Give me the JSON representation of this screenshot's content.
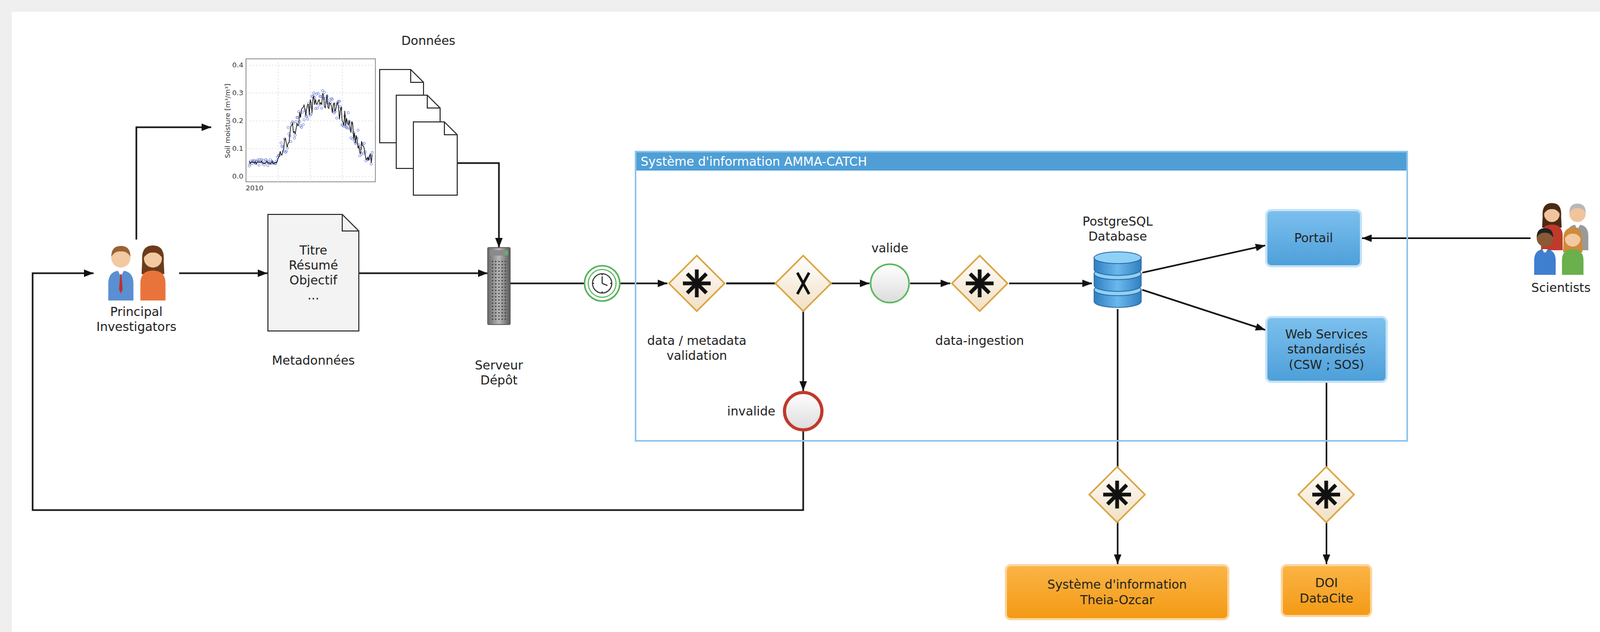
{
  "diagram": {
    "nodes": [
      {
        "text": [
          "Données"
        ]
      },
      {
        "text": [
          "Principal Investigators"
        ]
      },
      {
        "text": [
          "Titre Résumé Objectif ...",
          "Metadonnées"
        ]
      },
      {
        "text": [
          "Serveur Dépôt"
        ]
      },
      {
        "text": [
          "Système d'information AMMA-CATCH"
        ]
      },
      {
        "text": [
          "data / metadata validation"
        ],
        "in": 4
      },
      {
        "text": [
          "valide"
        ],
        "in": 4
      },
      {
        "text": [
          "invalide"
        ],
        "in": 4
      },
      {
        "text": [
          "data-ingestion"
        ],
        "in": 4
      },
      {
        "text": [
          "PostgreSQL Database"
        ],
        "in": 4
      },
      {
        "text": [
          "Portail"
        ],
        "in": 4
      },
      {
        "text": [
          "Web Services standardisés (CSW ; SOS)"
        ],
        "in": 4
      },
      {
        "text": [
          "Scientists"
        ]
      },
      {
        "text": [
          "Système d'information Theia-Ozcar"
        ]
      },
      {
        "text": [
          "DOI DataCite"
        ]
      }
    ],
    "edges": [
      {
        "from": 1,
        "to": 0,
        "arrow": "to"
      },
      {
        "from": 1,
        "to": 2,
        "arrow": "to"
      },
      {
        "from": 0,
        "to": 3,
        "arrow": "to"
      },
      {
        "from": 2,
        "to": 3,
        "arrow": "to"
      },
      {
        "from": 3,
        "to": 5,
        "arrow": "to"
      },
      {
        "from": 5,
        "to": 6,
        "arrow": "to"
      },
      {
        "from": 5,
        "to": 7,
        "arrow": "to"
      },
      {
        "from": 7,
        "to": 1,
        "arrow": "to"
      },
      {
        "from": 6,
        "to": 8,
        "arrow": "to"
      },
      {
        "from": 8,
        "to": 9,
        "arrow": "to"
      },
      {
        "from": 9,
        "to": 10,
        "arrow": "to"
      },
      {
        "from": 9,
        "to": 11,
        "arrow": "to"
      },
      {
        "from": 12,
        "to": 10,
        "arrow": "to"
      },
      {
        "from": 9,
        "to": 13,
        "arrow": "to"
      },
      {
        "from": 11,
        "to": 14,
        "arrow": "to"
      }
    ],
    "labels": [
      "0.4",
      "0.3",
      "0.2",
      "0.1",
      "0.0",
      "2010",
      "Soil moisture [m³/m³]"
    ]
  }
}
